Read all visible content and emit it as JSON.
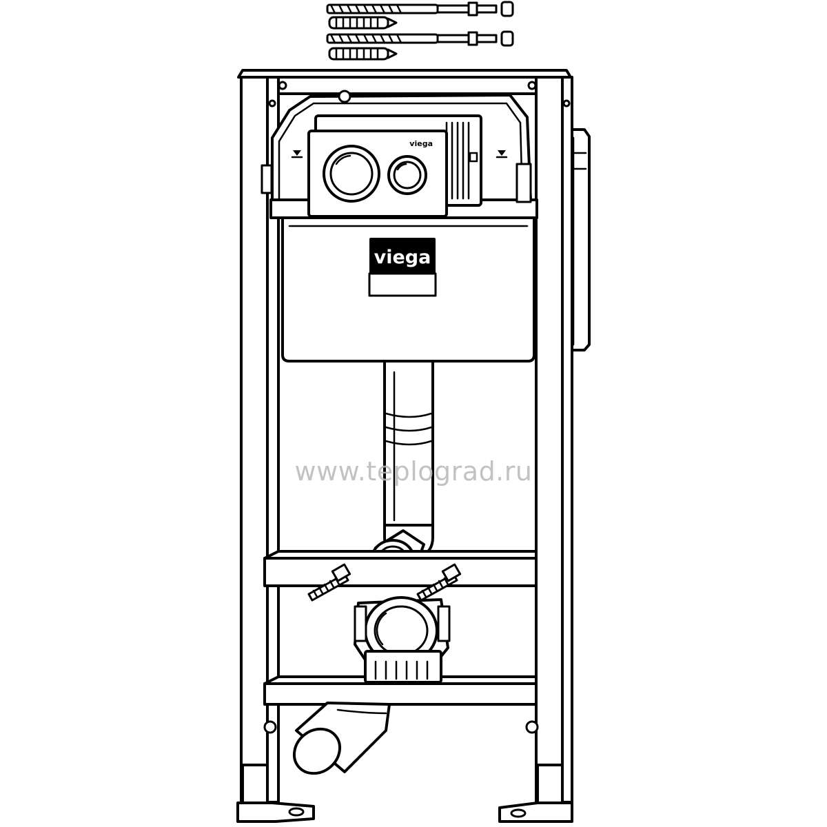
{
  "brand": {
    "plate_label": "viega",
    "flush_plate_label": "viega"
  },
  "watermark": {
    "text": "www.teplograd.ru"
  },
  "colors": {
    "line": "#000000",
    "background": "#ffffff",
    "watermark": "#b8b8b8"
  }
}
